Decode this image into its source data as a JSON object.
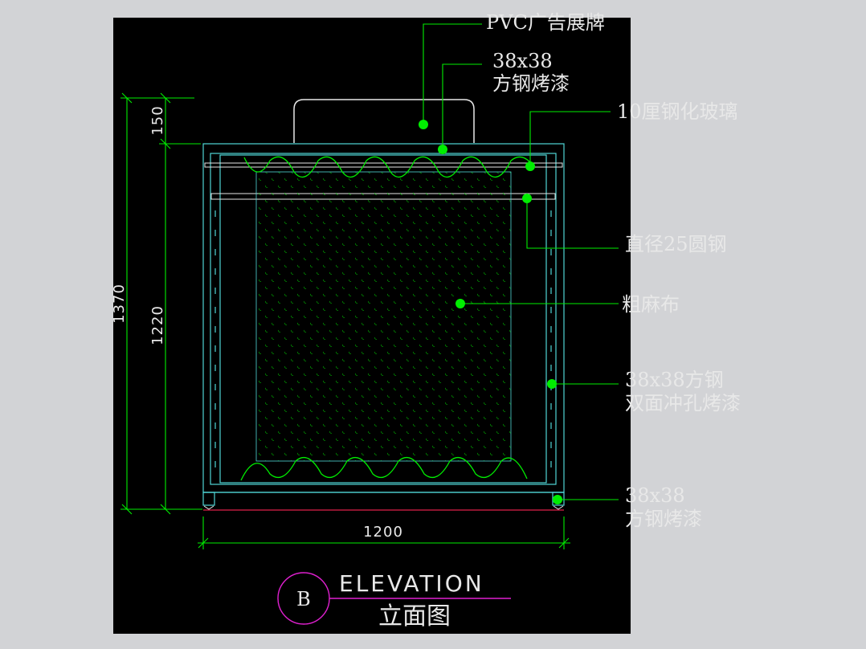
{
  "labels": {
    "pvc_sign": "PVC广告展牌",
    "steel_top_size": "38x38",
    "steel_top_desc": "方钢烤漆",
    "glass": "10厘钢化玻璃",
    "round_steel": "直径25圆钢",
    "burlap": "粗麻布",
    "steel_side_size": "38x38方钢",
    "steel_side_desc": "双面冲孔烤漆",
    "steel_bottom_size": "38x38",
    "steel_bottom_desc": "方钢烤漆"
  },
  "dimensions": {
    "total_height": "1370",
    "top_height": "150",
    "body_height": "1220",
    "width": "1200"
  },
  "title_block": {
    "section_letter": "B",
    "title": "ELEVATION",
    "subtitle": "立面图"
  },
  "colors": {
    "background": "#000000",
    "frame": "#4fd6d6",
    "leader": "#00ee00",
    "dimension": "#00ee00",
    "fabric_dots": "#00cc00",
    "floor_line": "#e0204a",
    "title_circle": "#e020d0",
    "text": "#e8e8e8"
  }
}
